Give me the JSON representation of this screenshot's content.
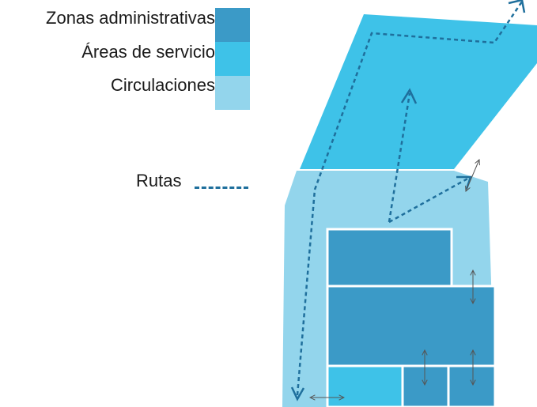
{
  "legend": {
    "items": [
      {
        "label": "Zonas administrativas",
        "color": "#3b9ac7"
      },
      {
        "label": "Áreas de servicio",
        "color": "#3ec2e8"
      },
      {
        "label": "Circulaciones",
        "color": "#93d5ec"
      }
    ],
    "routes_label": "Rutas",
    "routes_color": "#1f6f9c"
  },
  "colors": {
    "administrative": "#3b9ac7",
    "service": "#3ec2e8",
    "circulation": "#93d5ec",
    "route": "#1f6f9c",
    "arrow": "#555555",
    "divider": "#ffffff"
  },
  "icons": {
    "route_arrowhead": "chevron-arrowhead",
    "flow_arrow": "double-headed-arrow"
  }
}
